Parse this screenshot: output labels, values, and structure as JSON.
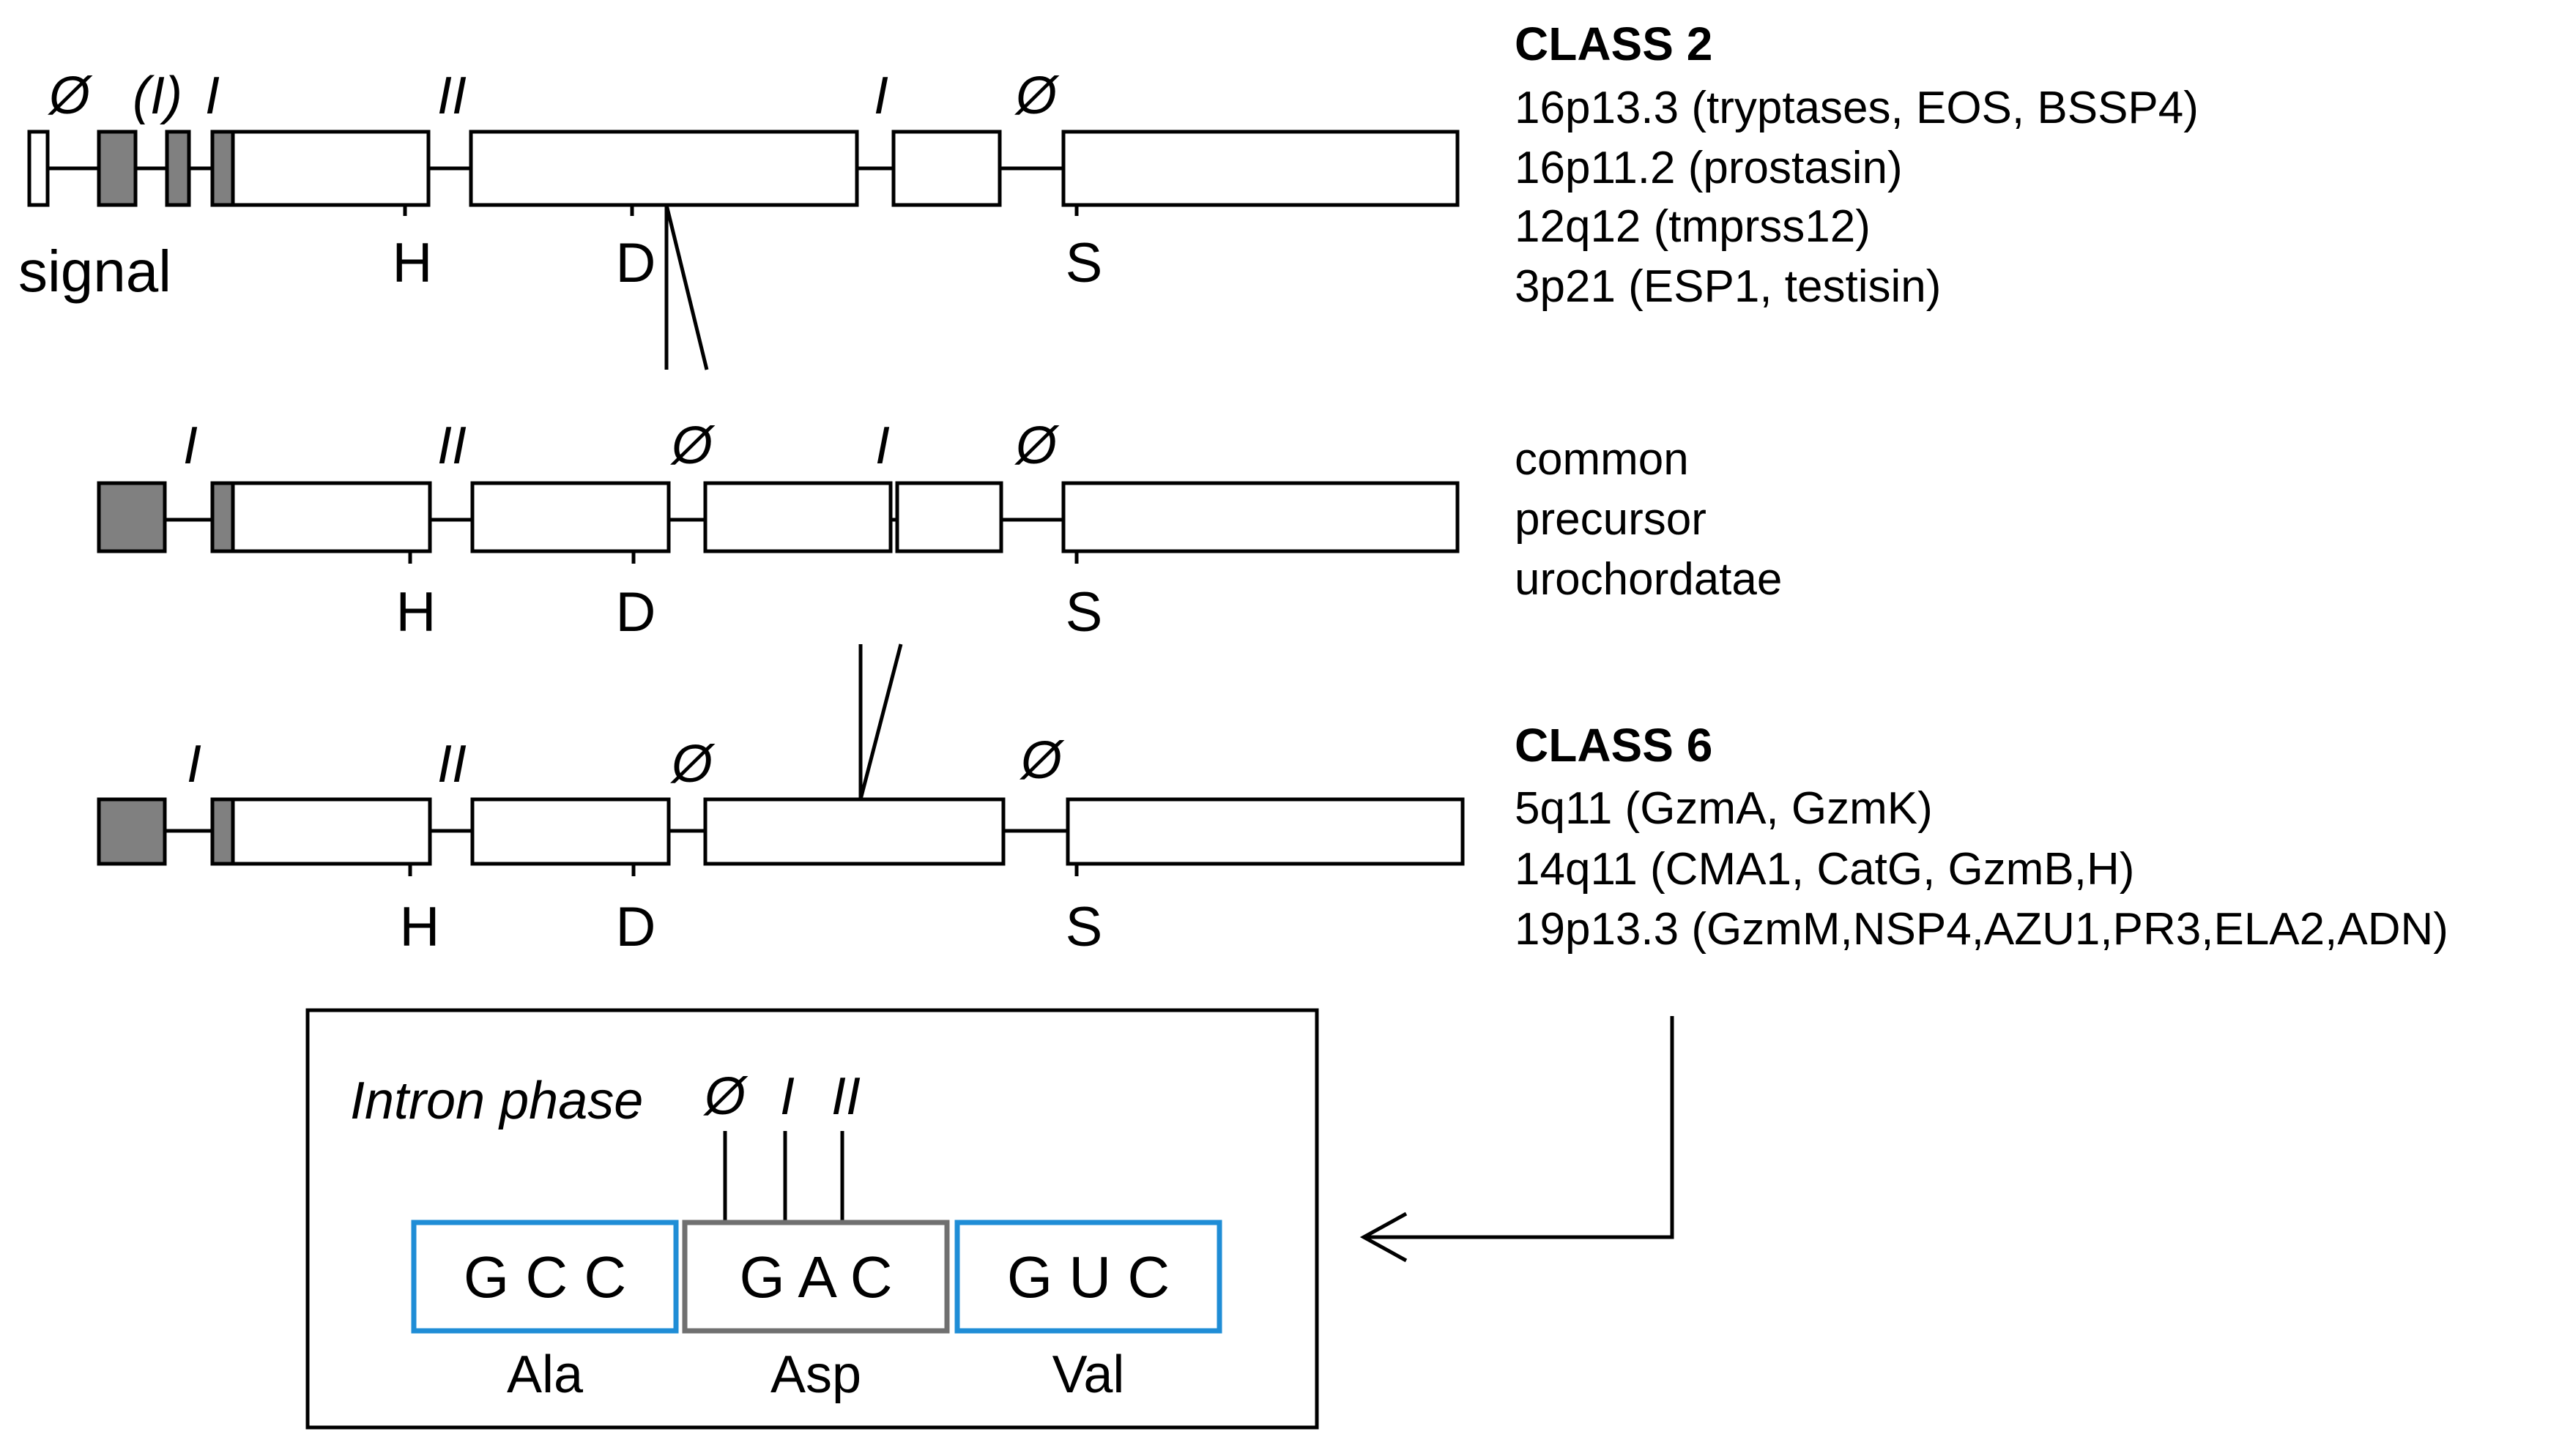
{
  "class2": {
    "heading": "CLASS 2",
    "loci": [
      "16p13.3 (tryptases, EOS, BSSP4)",
      "16p11.2 (prostasin)",
      "12q12 (tmprss12)",
      "3p21 (ESP1, testisin)"
    ],
    "signal_label": "signal",
    "phases": [
      "Ø",
      "(I)",
      "I",
      "II",
      "I",
      "Ø"
    ]
  },
  "precursor": {
    "lines": [
      "common",
      "precursor",
      "urochordatae"
    ],
    "phases": [
      "I",
      "II",
      "Ø",
      "I",
      "Ø"
    ]
  },
  "class6": {
    "heading": "CLASS 6",
    "loci": [
      "5q11 (GzmA, GzmK)",
      "14q11 (CMA1, CatG, GzmB,H)",
      "19p13.3 (GzmM,NSP4,AZU1,PR3,ELA2,ADN)"
    ],
    "phases": [
      "I",
      "II",
      "Ø",
      "Ø"
    ]
  },
  "catalytic_residues": [
    "H",
    "D",
    "S"
  ],
  "inset": {
    "title": "Intron phase",
    "phases": [
      "Ø",
      "I",
      "II"
    ],
    "codons": [
      {
        "bases": "G C C",
        "amino_acid": "Ala",
        "border_color": "#1f8dd6"
      },
      {
        "bases": "G A C",
        "amino_acid": "Asp",
        "border_color": "#707070"
      },
      {
        "bases": "G U C",
        "amino_acid": "Val",
        "border_color": "#1f8dd6"
      }
    ]
  },
  "colors": {
    "exon_fill": "#ffffff",
    "signal_exon_fill": "#808080",
    "line": "#000000"
  }
}
